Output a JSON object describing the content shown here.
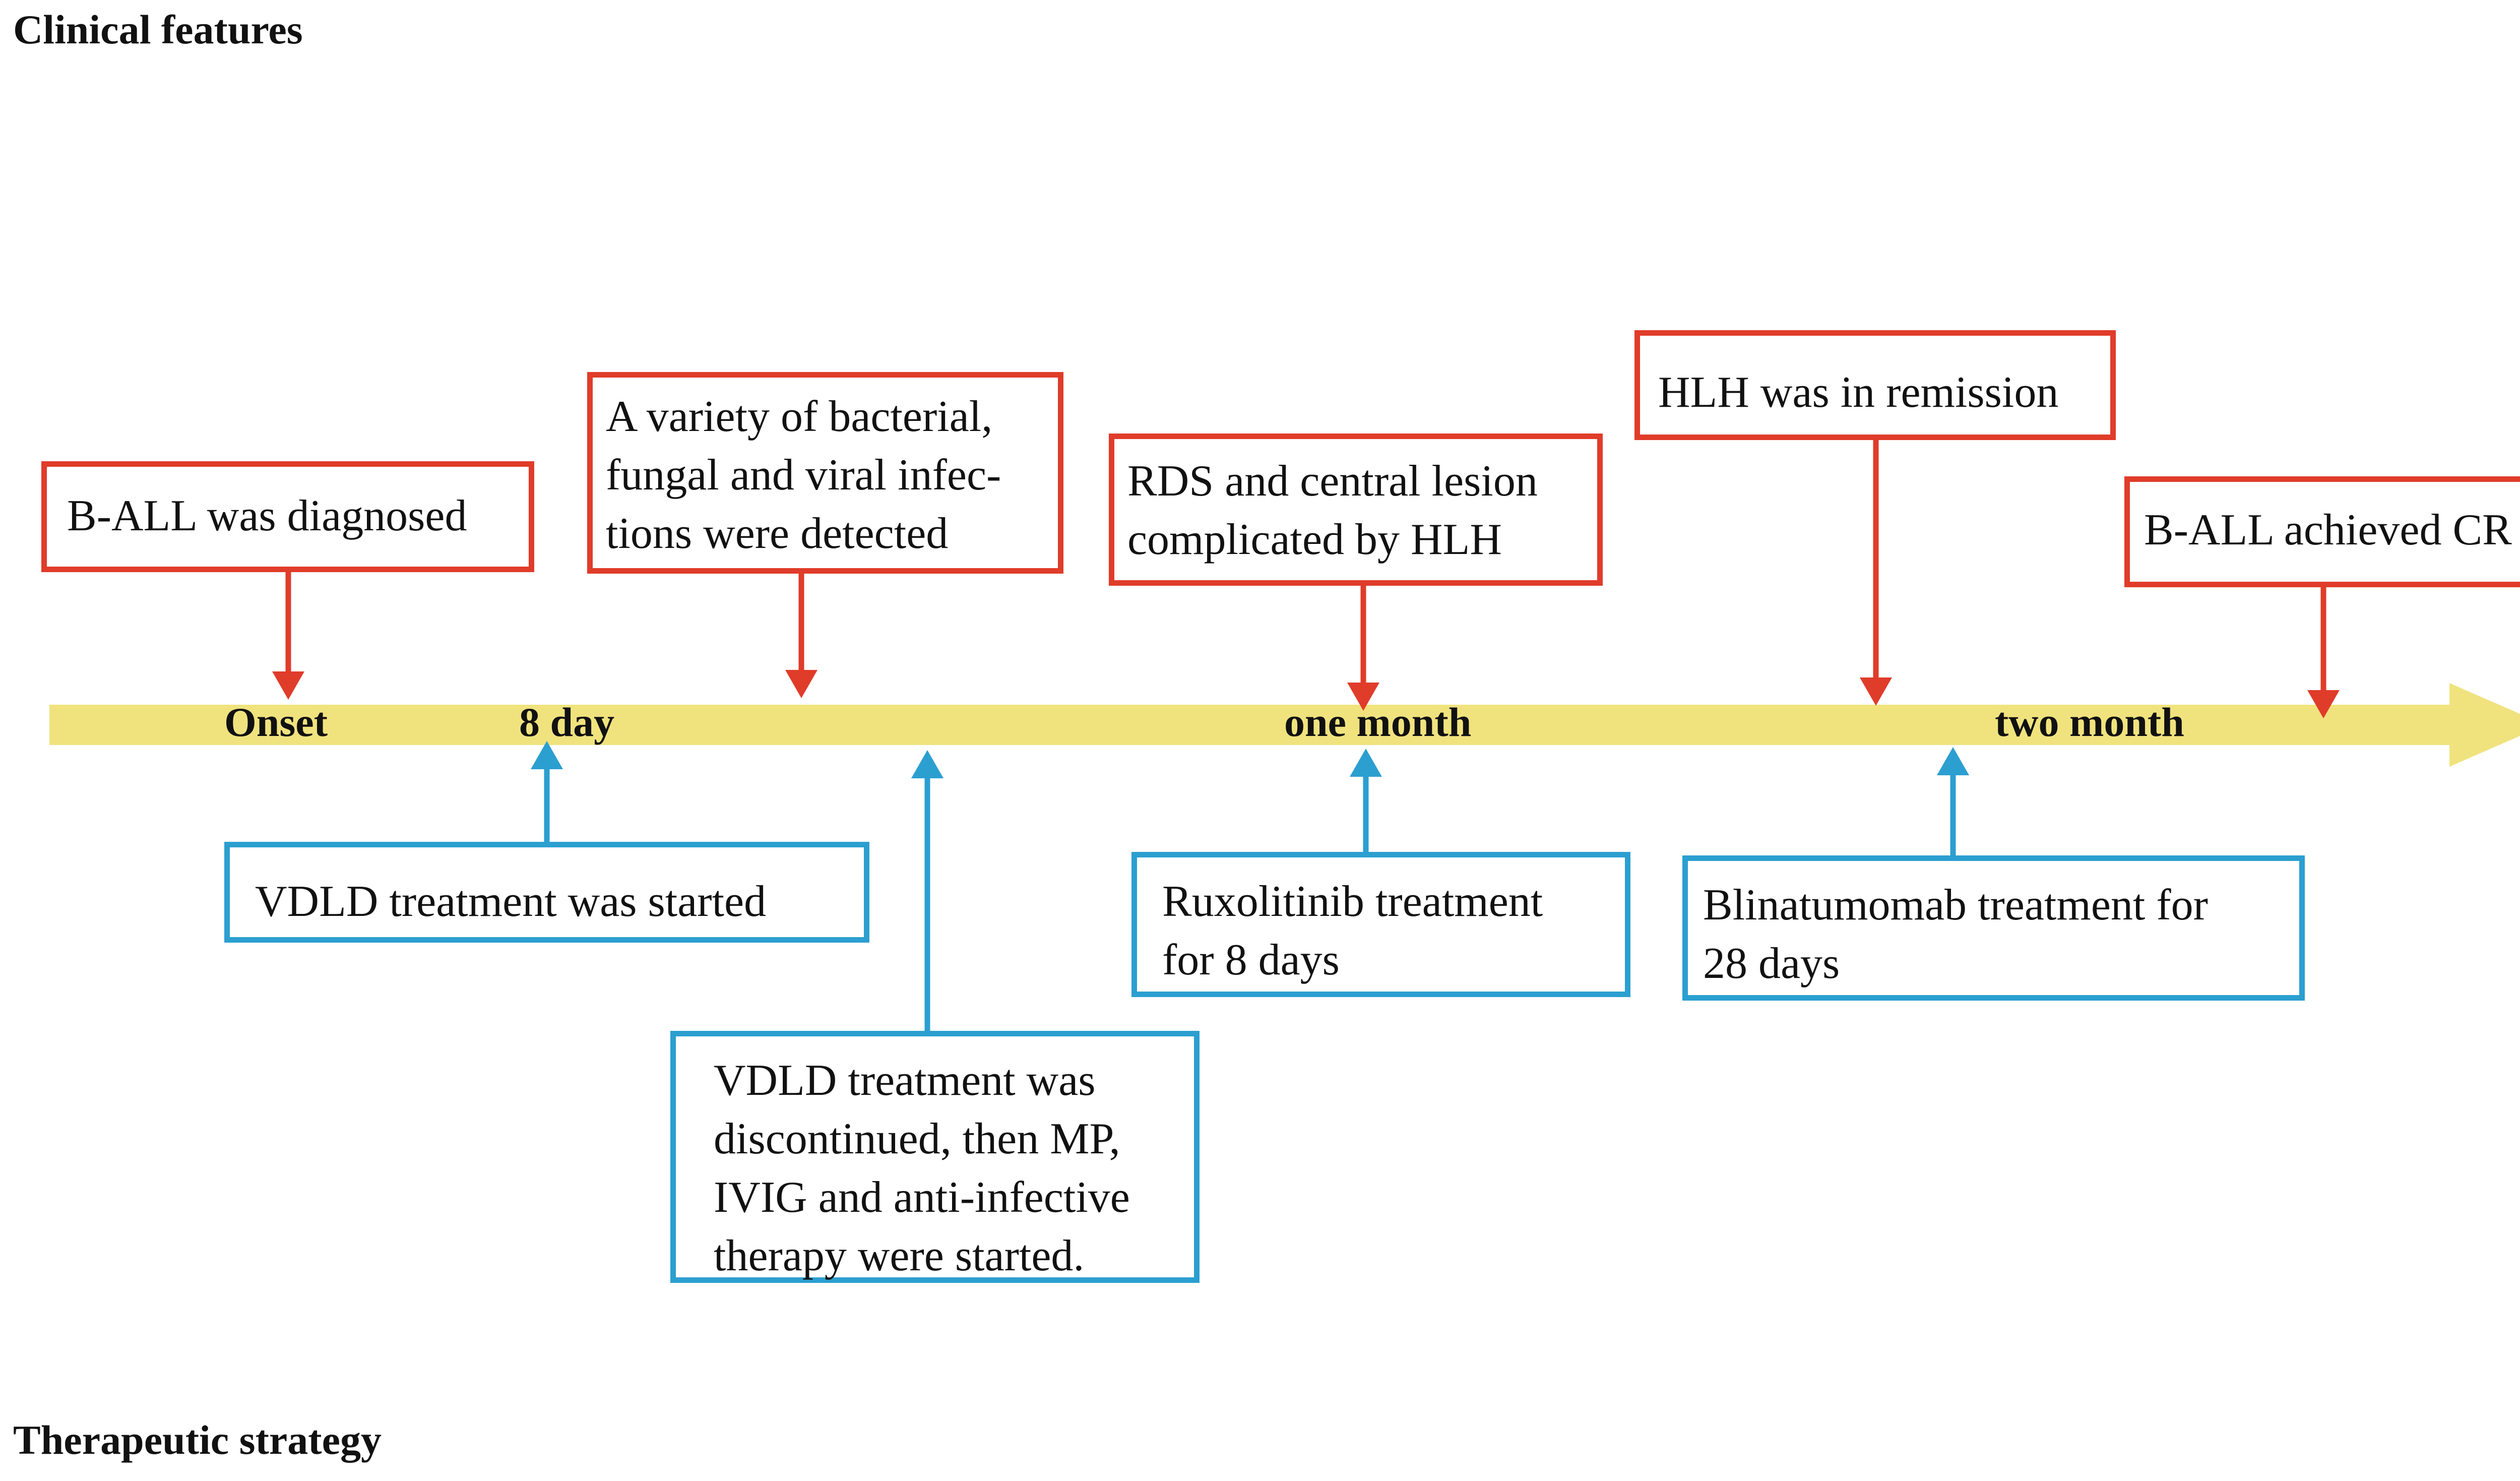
{
  "sections": {
    "clinical_title": "Clinical features",
    "therapeutic_title": "Therapeutic strategy"
  },
  "colors": {
    "timeline": "#f0e37e",
    "clinical": "#e03c2a",
    "therapeutic": "#2b9fd0"
  },
  "timeline_labels": [
    "Onset",
    "8 day",
    "one month",
    "two month"
  ],
  "clinical_events": [
    {
      "lines": [
        "B-ALL was diagnosed"
      ]
    },
    {
      "lines": [
        "A variety of bacterial,",
        "fungal and viral infec-",
        "tions were detected"
      ]
    },
    {
      "lines": [
        "RDS and central lesion",
        "complicated by HLH"
      ]
    },
    {
      "lines": [
        "HLH was in remission"
      ]
    },
    {
      "lines": [
        "B-ALL achieved CR"
      ]
    }
  ],
  "therapeutic_events": [
    {
      "lines": [
        "VDLD treatment was started"
      ]
    },
    {
      "lines": [
        "VDLD treatment was",
        "discontinued, then MP,",
        "IVIG and anti-infective",
        "therapy were started."
      ]
    },
    {
      "lines": [
        "Ruxolitinib treatment",
        "for 8 days"
      ]
    },
    {
      "lines": [
        "Blinatumomab treatment for",
        "28 days"
      ]
    }
  ]
}
